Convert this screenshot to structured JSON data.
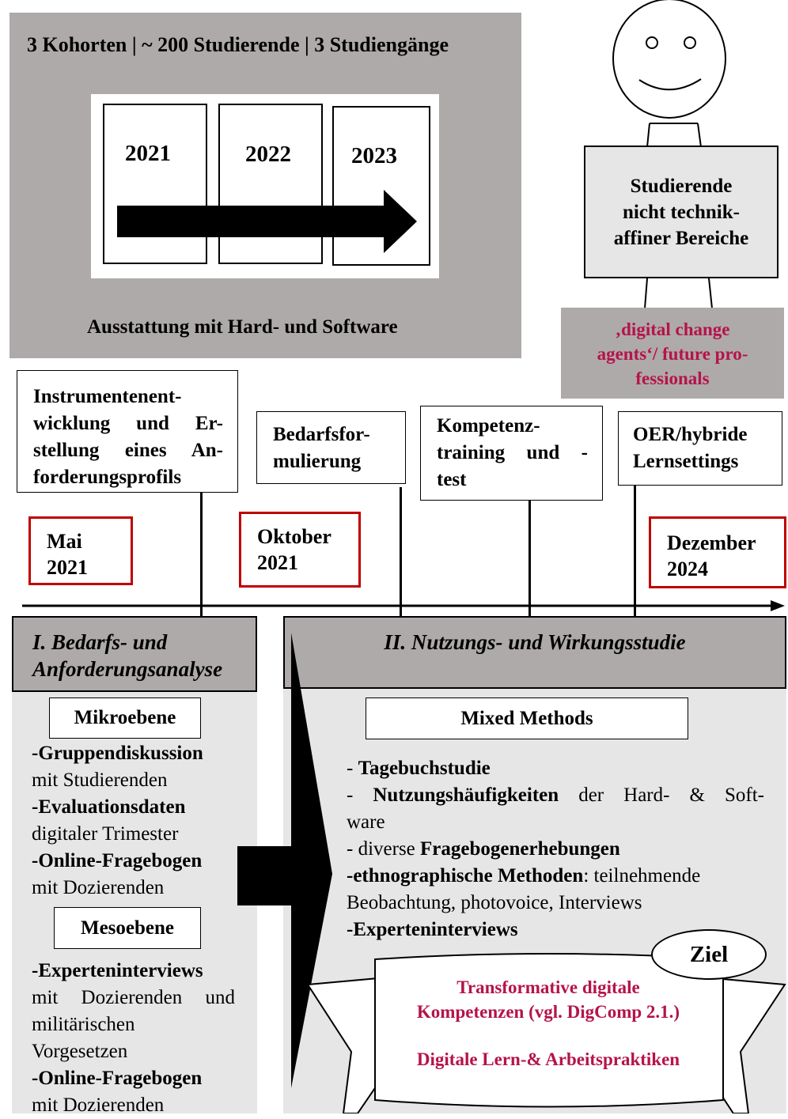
{
  "top": {
    "header": "3 Kohorten | ~ 200 Studierende | 3 Studiengänge",
    "years": [
      "2021",
      "2022",
      "2023"
    ],
    "footer": "Ausstattung mit Hard- und Software"
  },
  "students": {
    "box_lines": [
      "Studierende",
      "nicht technik-",
      "affiner Bereiche"
    ],
    "agents_lines": [
      "‚digital change",
      "agents‘/ future pro-",
      "fessionals"
    ]
  },
  "milestones": {
    "m1_lines": [
      "Instrumentenent-",
      "wicklung und Er-",
      "stellung eines An-",
      "forderungsprofils"
    ],
    "m2_lines": [
      "Bedarfsfor-",
      "mulierung"
    ],
    "m3_lines": [
      "Kompetenz-",
      "training und -",
      "test"
    ],
    "m4_lines": [
      "OER/hybride",
      "Lernsettings"
    ]
  },
  "dates": {
    "d1_lines": [
      "Mai",
      "2021"
    ],
    "d2_lines": [
      "Oktober",
      "2021"
    ],
    "d3_lines": [
      "Dezember",
      "2024"
    ]
  },
  "phase1": {
    "title_lines": [
      "I. Bedarfs- und",
      "Anforderungsanalyse"
    ],
    "micro_label": "Mikroebene",
    "micro_items": [
      {
        "bold": "-Gruppendiskussion",
        "rest": "mit Studierenden"
      },
      {
        "bold": "-Evaluationsdaten",
        "rest": "digitaler Trimester"
      },
      {
        "bold": "-Online-Fragebogen",
        "rest": "mit Dozierenden"
      }
    ],
    "meso_label": "Mesoebene",
    "meso_items": [
      {
        "bold": "-Experteninterviews",
        "rest_lines": [
          "mit Dozierenden und",
          "militärischen",
          "Vorgesetzen"
        ]
      },
      {
        "bold": "-Online-Fragebogen",
        "rest_lines": [
          "mit Dozierenden"
        ]
      }
    ]
  },
  "phase2": {
    "title": "II. Nutzungs- und Wirkungsstudie",
    "mixed_label": "Mixed Methods",
    "l1_pre": "- ",
    "l1_bold": "Tagebuchstudie",
    "l2_pre": "- ",
    "l2_bold": "Nutzungshäufigkeiten",
    "l2_rest": " der Hard- & Soft-",
    "l3": "ware",
    "l4_pre": "- diverse ",
    "l4_bold": "Fragebogenerhebungen",
    "l5_bold": "-ethnographische Methoden",
    "l5_rest": ": teilnehmende",
    "l6": "Beobachtung, photovoice, Interviews",
    "l7_bold": "-Experteninterviews",
    "ziel_label": "Ziel",
    "goal_line1": "Transformative digitale",
    "goal_line2": "Kompetenzen (vgl. DigComp 2.1.)",
    "goal_line3": "Digitale Lern-& Arbeitspraktiken"
  },
  "colors": {
    "dark_grey": "#aeaaaa",
    "light_grey": "#e7e6e6",
    "date_border": "#c00000",
    "accent_text": "#b5134b"
  }
}
